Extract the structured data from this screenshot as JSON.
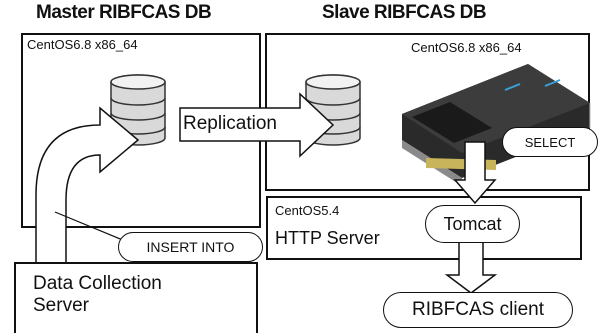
{
  "master": {
    "title": "Master RIBFCAS DB",
    "os": "CentOS6.8 x86_64"
  },
  "slave": {
    "title": "Slave RIBFCAS DB",
    "os": "CentOS6.8 x86_64"
  },
  "http": {
    "os": "CentOS5.4",
    "label": "HTTP Server",
    "app": "Tomcat"
  },
  "edges": {
    "replication": "Replication",
    "insert": "INSERT INTO",
    "select": "SELECT"
  },
  "collector": {
    "line1": "Data Collection",
    "line2": "Server"
  },
  "client": {
    "label": "RIBFCAS client"
  }
}
